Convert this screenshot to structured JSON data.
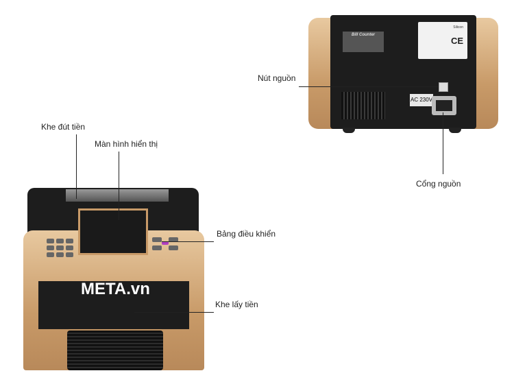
{
  "labels": {
    "bill_inlet": "Khe đút tiền",
    "display": "Màn hình hiển thị",
    "control_panel": "Bảng điều khiển",
    "bill_outlet": "Khe lấy tiền",
    "power_button": "Nút nguồn",
    "power_port": "Cổng nguồn"
  },
  "watermark": "META.vn",
  "back_panel": {
    "plate_title": "Bill Counter",
    "voltage_label": "AC 230V",
    "certification": "CE",
    "brand": "Silicon"
  },
  "colors": {
    "body_gold": "#d4a878",
    "body_dark": "#1d1d1d"
  }
}
